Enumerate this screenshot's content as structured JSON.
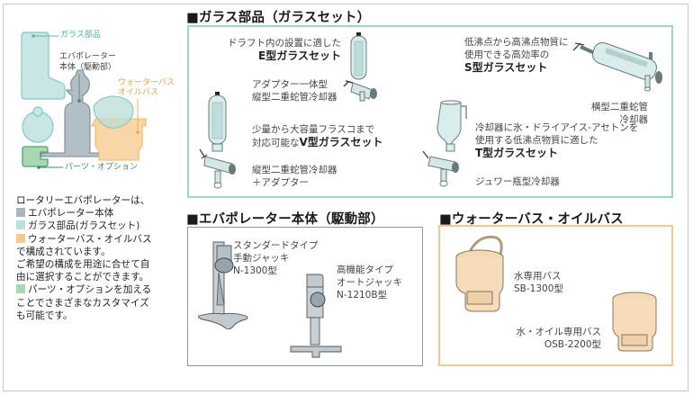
{
  "colors": {
    "glass": "#9fd3cf",
    "glass_fill": "#c8e6e3",
    "evaporator": "#a9b5bd",
    "bath": "#f6c88f",
    "parts": "#5aab78",
    "parts_fill": "#a9d7b4",
    "frame": "#c8c8c8"
  },
  "overview": {
    "labels": {
      "glass": "ガラス部品",
      "evaporator_line1": "エバポレーター",
      "evaporator_line2": "本体（駆動部）",
      "bath_line1": "ウォーターバス",
      "bath_line2": "オイルバス",
      "parts": "パーツ・オプション"
    },
    "description": {
      "lines": [
        {
          "swatch": null,
          "text": "ロータリーエバポレーターは、"
        },
        {
          "swatch": "#a9b5bd",
          "text": "エバポレーター本体"
        },
        {
          "swatch": "#b9e1dd",
          "text": "ガラス部品(ガラスセット)"
        },
        {
          "swatch": "#f6c88f",
          "text": "ウォーターバス・オイルバス"
        },
        {
          "swatch": null,
          "text": "で構成されています。"
        },
        {
          "swatch": null,
          "text": "ご希望の構成を用途に合せて自"
        },
        {
          "swatch": null,
          "text": "由に選択することができます。"
        },
        {
          "swatch": "#a9d7b4",
          "text": "パーツ・オプションを加える"
        },
        {
          "swatch": null,
          "text": "ことでさまざまなカスタマイズ"
        },
        {
          "swatch": null,
          "text": "も可能です。"
        }
      ]
    }
  },
  "glass_section": {
    "title": "■ガラス部品（ガラスセット）",
    "e_set": {
      "desc": "ドラフト内の設置に適した",
      "name": "E型ガラスセット"
    },
    "e_condenser": {
      "line1": "アダプター一体型",
      "line2": "縦型二重蛇管冷却器"
    },
    "v_set": {
      "desc": "少量から大容量フラスコまで",
      "prefix": "対応可能な",
      "name": "V型ガラスセット"
    },
    "v_condenser": {
      "line1": "縦型二重蛇管冷却器",
      "line2": "＋アダプター"
    },
    "s_set": {
      "desc1": "低沸点から高沸点物質に",
      "desc2": "使用できる高効率の",
      "name": "S型ガラスセット"
    },
    "s_condenser": {
      "line1": "横型二重蛇管",
      "line2": "冷却器"
    },
    "t_set": {
      "desc1": "冷却器に氷・ドライアイス-アセトンを",
      "desc2": "使用する低沸点物質に適した",
      "name": "T型ガラスセット"
    },
    "t_condenser": "ジュワー瓶型冷却器"
  },
  "evaporator_section": {
    "title": "■エバポレーター本体（駆動部）",
    "standard": {
      "line1": "スタンダードタイプ",
      "line2": "手動ジャッキ",
      "model": "N-1300型"
    },
    "advanced": {
      "line1": "高機能タイプ",
      "line2": "オートジャッキ",
      "model": "N-1210B型"
    }
  },
  "bath_section": {
    "title": "■ウォーターバス・オイルバス",
    "water": {
      "line1": "水専用バス",
      "model": "SB-1300型"
    },
    "oil": {
      "line1": "水・オイル専用バス",
      "model": "OSB-2200型"
    }
  }
}
